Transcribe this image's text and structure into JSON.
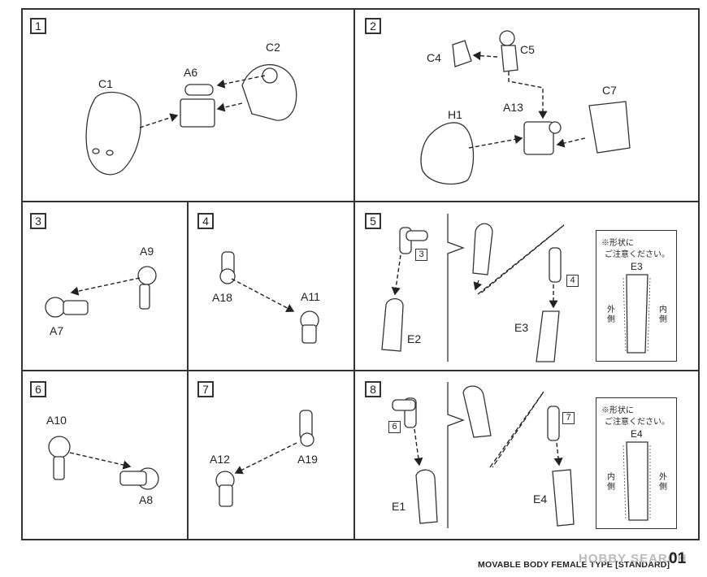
{
  "steps": [
    {
      "n": "1",
      "parts": [
        "C1",
        "A6",
        "C2"
      ]
    },
    {
      "n": "2",
      "parts": [
        "C4",
        "C5",
        "A13",
        "H1",
        "C7"
      ]
    },
    {
      "n": "3",
      "parts": [
        "A9",
        "A7"
      ]
    },
    {
      "n": "4",
      "parts": [
        "A18",
        "A11"
      ]
    },
    {
      "n": "5",
      "parts": [
        "E2",
        "E3"
      ],
      "refs": [
        "3",
        "4"
      ]
    },
    {
      "n": "6",
      "parts": [
        "A10",
        "A8"
      ]
    },
    {
      "n": "7",
      "parts": [
        "A12",
        "A19"
      ]
    },
    {
      "n": "8",
      "parts": [
        "E1",
        "E4"
      ],
      "refs": [
        "6",
        "7"
      ]
    }
  ],
  "notes": {
    "e3": {
      "line1": "※形状に",
      "line2": "ご注意ください。",
      "part": "E3",
      "left": "外側",
      "right": "内側"
    },
    "e4": {
      "line1": "※形状に",
      "line2": "ご注意ください。",
      "part": "E4",
      "left": "内側",
      "right": "外側"
    }
  },
  "footer": {
    "title": "MOVABLE BODY FEMALE TYPE [STANDARD]",
    "page": "01"
  },
  "watermark": "HOBBY SEARCH"
}
